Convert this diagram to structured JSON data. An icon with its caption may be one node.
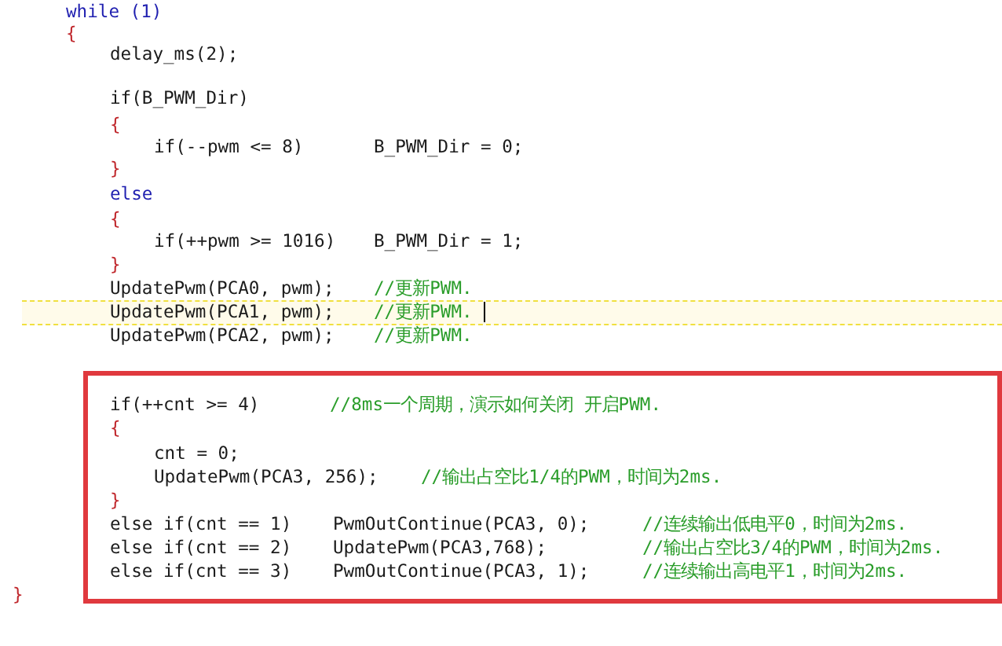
{
  "diagram": {
    "nodes": [
      {
        "text": [
          "if(++cnt >= 4)",
          "//8ms一个周期，演示如何关闭 开启PWM.",
          "{",
          "cnt = 0;",
          "UpdatePwm(PCA3, 256);",
          "//输出占空比1/4的PWM，时间为2ms.",
          "}",
          "else if(cnt == 1)",
          "PwmOutContinue(PCA3, 0);",
          "//连续输出低电平0，时间为2ms.",
          "else if(cnt == 2)",
          "UpdatePwm(PCA3,768);",
          "//输出占空比3/4的PWM，时间为2ms.",
          "else if(cnt == 3)",
          "PwmOutContinue(PCA3, 1);",
          "//连续输出高电平1，时间为2ms."
        ]
      }
    ],
    "labels": [
      "while (1)",
      "{",
      "delay_ms(2);",
      "if(B_PWM_Dir)",
      "{",
      "if(--pwm <= 8)",
      "B_PWM_Dir = 0;",
      "}",
      "else",
      "{",
      "if(++pwm >= 1016)",
      "B_PWM_Dir = 1;",
      "}",
      "UpdatePwm(PCA0, pwm);",
      "//更新PWM.",
      "UpdatePwm(PCA1, pwm);",
      "//更新PWM.",
      "UpdatePwm(PCA2, pwm);",
      "//更新PWM.",
      "}"
    ]
  }
}
